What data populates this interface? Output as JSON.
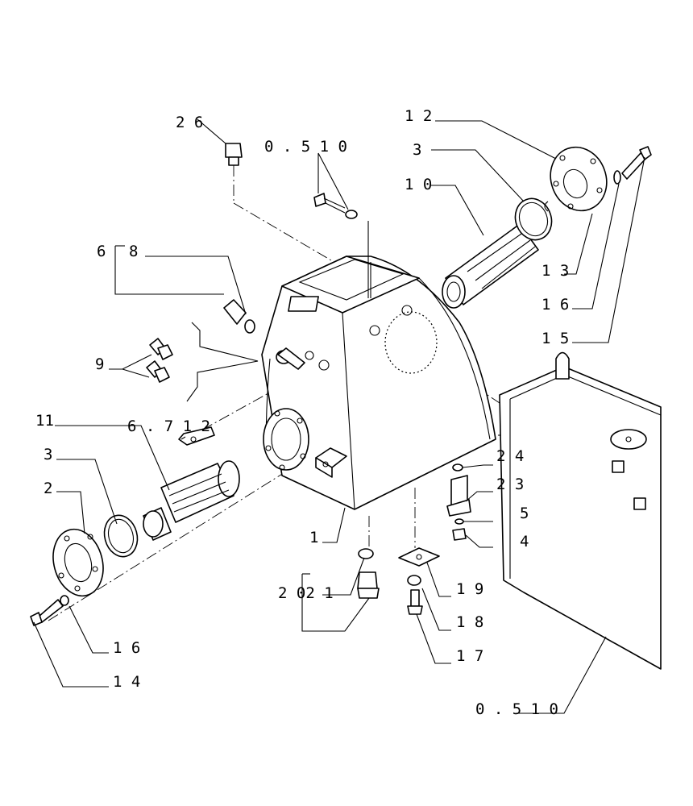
{
  "diagram": {
    "labels": {
      "l26": "2 6",
      "l0510a": "0 . 5 1 0",
      "l12": "1 2",
      "l3a": "3",
      "l10": "1 0",
      "l13": "1 3",
      "l16a": "1 6",
      "l15": "1 5",
      "l6": "6",
      "l8": "8",
      "l9": "9",
      "l11": "11",
      "l6712": "6 . 7 1 2",
      "l3b": "3",
      "l2": "2",
      "l1": "1",
      "l2021": "2 02 1",
      "l24": "2 4",
      "l23": "2 3",
      "l5": "5",
      "l4": "4",
      "l19": "1 9",
      "l18": "1 8",
      "l17": "1 7",
      "l16b": "1 6",
      "l14": "1 4",
      "l0510b": "0 . 5 1 0"
    }
  }
}
